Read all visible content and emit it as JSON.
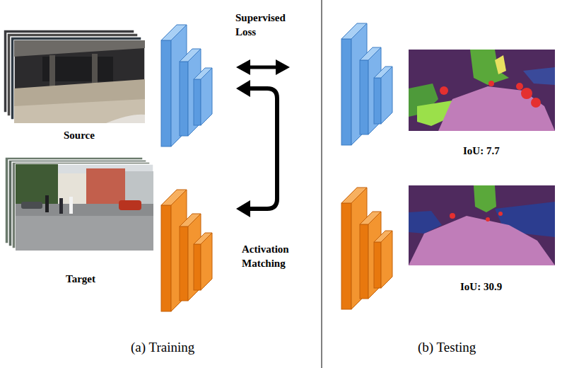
{
  "diagram": {
    "labels": [
      "Supervised Loss",
      "Source",
      "Target",
      "Activation Matching",
      "IoU: 7.7",
      "IoU: 30.9",
      "(a) Training",
      "(b) Testing"
    ]
  }
}
